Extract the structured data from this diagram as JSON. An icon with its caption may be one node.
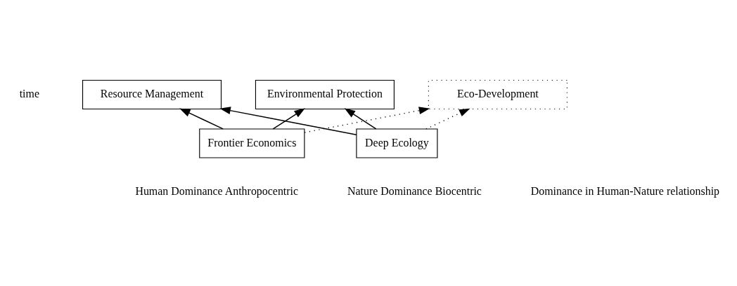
{
  "diagram": {
    "nodes": [
      {
        "text": [
          "Eco-Development"
        ]
      },
      {
        "text": [
          "Resource Management"
        ]
      },
      {
        "text": [
          "Environmental Protection"
        ]
      },
      {
        "text": [
          "Frontier Economics"
        ]
      },
      {
        "text": [
          "Deep Ecology"
        ]
      }
    ],
    "edges": [
      {
        "from": 3,
        "to": 0,
        "arrow": "to",
        "style": "dashed"
      },
      {
        "from": 3,
        "to": 1,
        "arrow": "to"
      },
      {
        "from": 3,
        "to": 2,
        "arrow": "to"
      },
      {
        "from": 4,
        "to": 2,
        "arrow": "to"
      },
      {
        "from": 4,
        "to": 1,
        "arrow": "to"
      },
      {
        "from": 4,
        "to": 0,
        "arrow": "to",
        "style": "dashed"
      }
    ],
    "labels": [
      "time",
      "Dominance in Human-Nature relationship",
      "Human Dominance Anthropocentric",
      "Nature Dominance Biocentric"
    ]
  }
}
